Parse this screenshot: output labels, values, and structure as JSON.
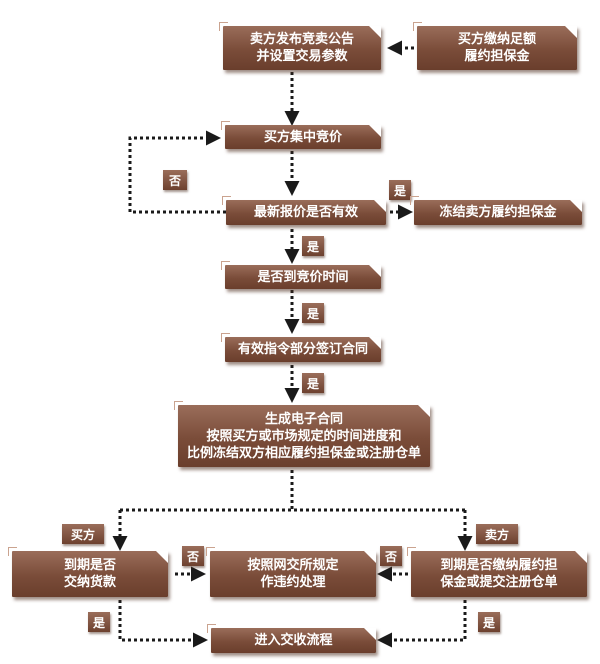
{
  "nodes": {
    "seller_announce": "卖方发布竞卖公告\n并设置交易参数",
    "buyer_deposit": "买方缴纳足额\n履约担保金",
    "buyer_bidding": "买方集中竞价",
    "latest_bid_valid": "最新报价是否有效",
    "freeze_seller_deposit": "冻结卖方履约担保金",
    "bid_time_reached": "是否到竞价时间",
    "valid_order_sign": "有效指令部分签订合同",
    "generate_contract": "生成电子合同\n按照买方或市场规定的时间进度和\n比例冻结双方相应履约担保金或注册仓单",
    "buyer_pay_check": "到期是否\n交纳货款",
    "default_handling": "按照网交所规定\n作违约处理",
    "seller_deposit_check": "到期是否缴纳履约担\n保金或提交注册仓单",
    "delivery_process": "进入交收流程"
  },
  "labels": {
    "no_loop": "否",
    "yes_freeze": "是",
    "yes_time": "是",
    "yes_sign": "是",
    "yes_contract": "是",
    "buyer_tag": "买方",
    "seller_tag": "卖方",
    "no_buyer": "否",
    "no_seller": "否",
    "yes_buyer": "是",
    "yes_seller": "是"
  }
}
